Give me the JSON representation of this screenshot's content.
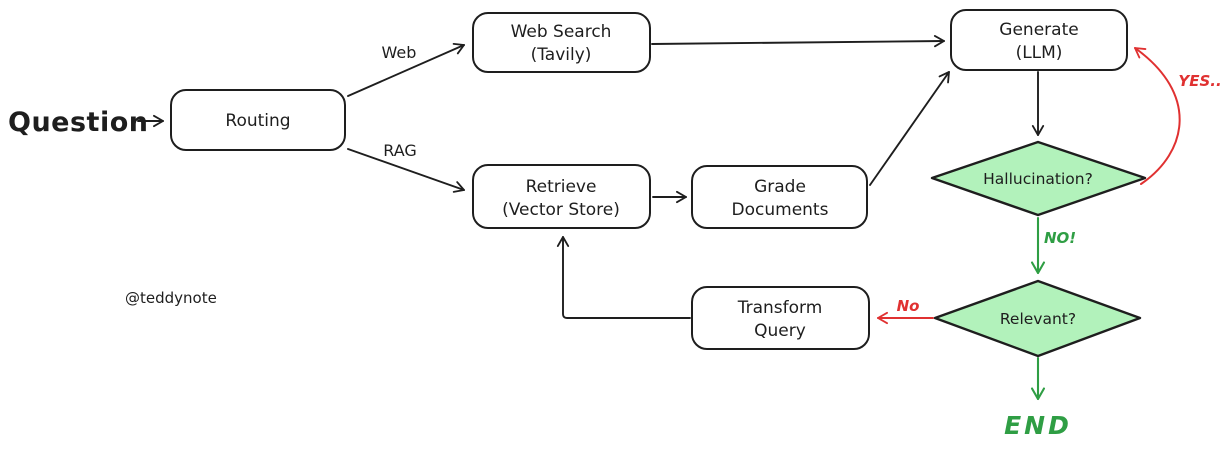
{
  "labels": {
    "question": "Question",
    "watermark": "@teddynote"
  },
  "nodes": {
    "routing": {
      "label": "Routing"
    },
    "web_search": {
      "line1": "Web Search",
      "line2": "(Tavily)"
    },
    "generate": {
      "line1": "Generate",
      "line2": "(LLM)"
    },
    "retrieve": {
      "line1": "Retrieve",
      "line2": "(Vector Store)"
    },
    "grade_documents": {
      "line1": "Grade",
      "line2": "Documents"
    },
    "transform_query": {
      "line1": "Transform",
      "line2": "Query"
    },
    "hallucination_check": {
      "label": "Hallucination?"
    },
    "relevant_check": {
      "label": "Relevant?"
    },
    "end": {
      "label": "END"
    }
  },
  "edge_labels": {
    "web": "Web",
    "rag": "RAG",
    "yes_loop": "YES..",
    "no_hallucination": "NO!",
    "no_relevant": "No"
  },
  "colors": {
    "stroke": "#1e1e1e",
    "generate_fill": "#a5d8ff",
    "decision_fill": "#b2f2bb",
    "negative_red": "#e03131",
    "positive_green": "#2f9e44",
    "background": "#ffffff"
  }
}
